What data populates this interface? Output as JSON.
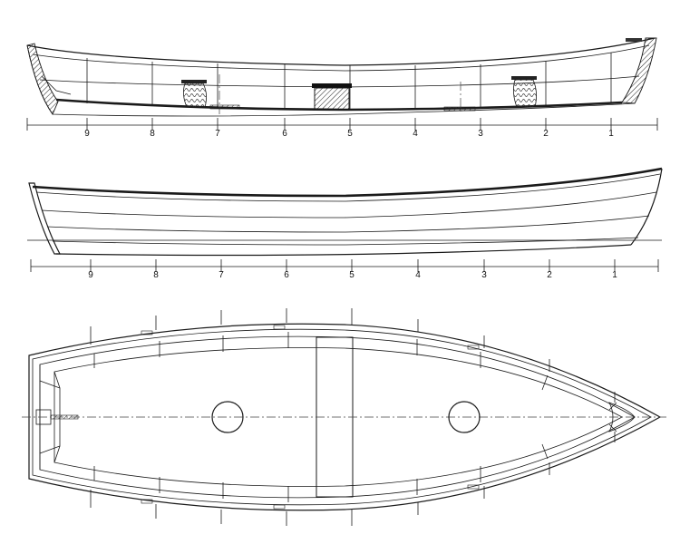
{
  "drawing": {
    "views": [
      "profile-section",
      "lines-profile",
      "plan-view"
    ],
    "profile_station_labels": [
      "9",
      "8",
      "7",
      "6",
      "5",
      "4",
      "3",
      "2",
      "1"
    ],
    "hull_station_labels": [
      "9",
      "8",
      "7",
      "6",
      "5",
      "4",
      "3",
      "2",
      "1"
    ],
    "colors": {
      "ink": "#1a1a1a",
      "background": "#ffffff"
    }
  }
}
